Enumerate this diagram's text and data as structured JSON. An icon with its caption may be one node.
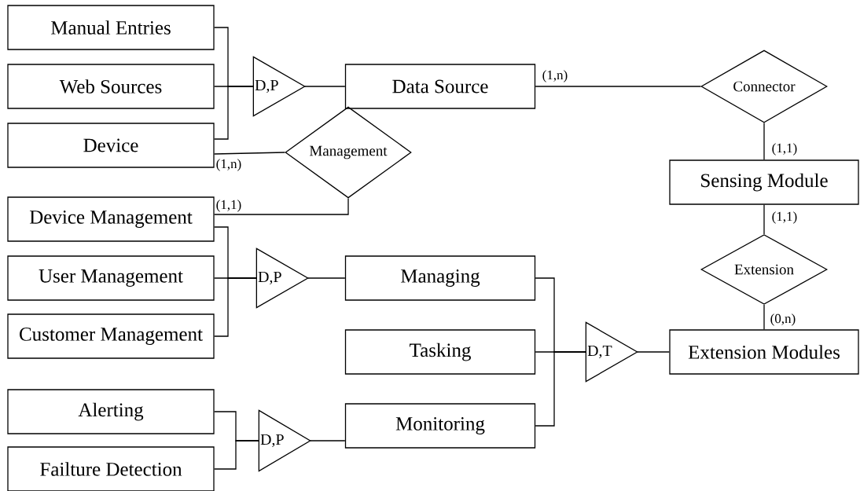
{
  "diagram": {
    "nodes": [
      {
        "text": [
          "Manual Entries"
        ]
      },
      {
        "text": [
          "Web Sources"
        ]
      },
      {
        "text": [
          "Device"
        ]
      },
      {
        "text": [
          "D,P"
        ]
      },
      {
        "text": [
          "Data Source"
        ]
      },
      {
        "text": [
          "Connector"
        ]
      },
      {
        "text": [
          "Management"
        ]
      },
      {
        "text": [
          "Device Management"
        ]
      },
      {
        "text": [
          "User Management"
        ]
      },
      {
        "text": [
          "Customer Management"
        ]
      },
      {
        "text": [
          "D,P"
        ]
      },
      {
        "text": [
          "Managing"
        ]
      },
      {
        "text": [
          "Tasking"
        ]
      },
      {
        "text": [
          "Monitoring"
        ]
      },
      {
        "text": [
          "Alerting"
        ]
      },
      {
        "text": [
          "Failture Detection"
        ]
      },
      {
        "text": [
          "D,T"
        ]
      },
      {
        "text": [
          "Extension Modules"
        ]
      },
      {
        "text": [
          "Sensing Module"
        ]
      },
      {
        "text": [
          "Extension"
        ]
      },
      {
        "text": [
          "D,P"
        ]
      }
    ],
    "edges": [
      {
        "from": 0,
        "to": 3,
        "arrow": "none"
      },
      {
        "from": 1,
        "to": 3,
        "arrow": "none"
      },
      {
        "from": 2,
        "to": 3,
        "arrow": "none"
      },
      {
        "from": 3,
        "to": 4,
        "arrow": "none"
      },
      {
        "from": 4,
        "to": 5,
        "arrow": "none",
        "label": "(1,n)"
      },
      {
        "from": 5,
        "to": 18,
        "arrow": "none",
        "label": "(1,1)"
      },
      {
        "from": 2,
        "to": 6,
        "arrow": "none",
        "label": "(1,n)"
      },
      {
        "from": 7,
        "to": 6,
        "arrow": "none",
        "label": "(1,1)"
      },
      {
        "from": 7,
        "to": 10,
        "arrow": "none"
      },
      {
        "from": 8,
        "to": 10,
        "arrow": "none"
      },
      {
        "from": 9,
        "to": 10,
        "arrow": "none"
      },
      {
        "from": 10,
        "to": 11,
        "arrow": "none"
      },
      {
        "from": 18,
        "to": 19,
        "arrow": "none",
        "label": "(1,1)"
      },
      {
        "from": 19,
        "to": 17,
        "arrow": "none",
        "label": "(0,n)"
      },
      {
        "from": 11,
        "to": 16,
        "arrow": "none"
      },
      {
        "from": 12,
        "to": 16,
        "arrow": "none"
      },
      {
        "from": 13,
        "to": 16,
        "arrow": "none"
      },
      {
        "from": 16,
        "to": 17,
        "arrow": "none"
      },
      {
        "from": 14,
        "to": 20,
        "arrow": "none"
      },
      {
        "from": 15,
        "to": 20,
        "arrow": "none"
      },
      {
        "from": 20,
        "to": 13,
        "arrow": "none"
      }
    ]
  }
}
